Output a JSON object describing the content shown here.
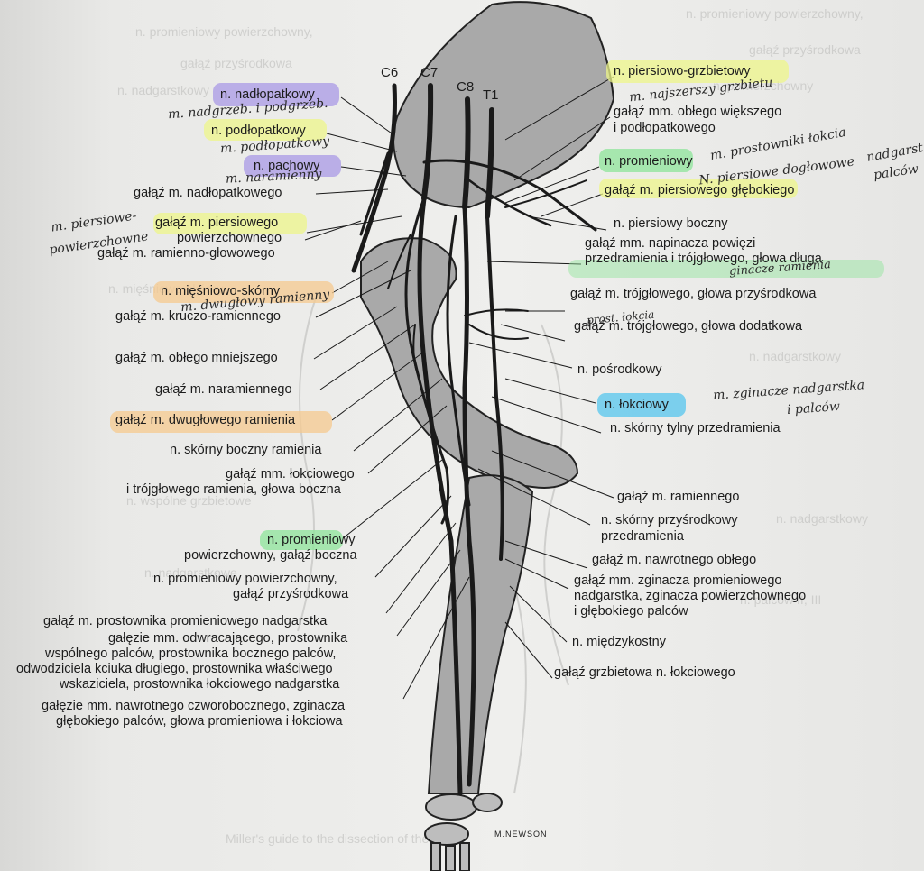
{
  "colors": {
    "purple": "#a99ae6",
    "yellow": "#eef58a",
    "green": "#8ee49a",
    "orange": "#f5c98f",
    "blue": "#56c6ee",
    "nerve": "#1a1a1a",
    "bone": "#a9a9a9"
  },
  "roots": [
    "C6",
    "C7",
    "C8",
    "T1"
  ],
  "left_labels": [
    "n. nadłopatkowy",
    "n. podłopatkowy",
    "n. pachowy",
    "gałąź m. nadłopatkowego",
    "gałąź m. piersiowego",
    "powierzchownego",
    "gałąź m. ramienno-głowowego",
    "n. mięśniowo-skórny",
    "gałąź m. kruczo-ramiennego",
    "gałąź m. obłego mniejszego",
    "gałąź m. naramiennego",
    "gałąź m. dwugłowego ramienia",
    "n. skórny boczny ramienia",
    "gałąź mm. łokciowego",
    "i trójgłowego ramienia, głowa boczna",
    "n. promieniowy",
    "powierzchowny, gałąź boczna",
    "n. promieniowy powierzchowny,",
    "gałąź przyśrodkowa",
    "gałąź m. prostownika promieniowego nadgarstka",
    "gałęzie mm. odwracającego, prostownika",
    "wspólnego palców, prostownika bocznego palców,",
    "odwodziciela kciuka długiego, prostownika właściwego",
    "wskaziciela, prostownika łokciowego nadgarstka",
    "gałęzie mm. nawrotnego czworobocznego, zginacza",
    "głębokiego palców, głowa promieniowa i łokciowa"
  ],
  "right_labels": [
    "n. piersiowo-grzbietowy",
    "gałąź mm. obłego większego",
    "i podłopatkowego",
    "n. promieniowy",
    "gałąź m. piersiowego głębokiego",
    "n. piersiowy boczny",
    "gałąź mm. napinacza powięzi",
    "przedramienia i trójgłowego, głowa długa",
    "gałąź m. trójgłowego, głowa przyśrodkowa",
    "gałąź m. trójgłowego, głowa dodatkowa",
    "n. pośrodkowy",
    "n. łokciowy",
    "n. skórny tylny przedramienia",
    "gałąź m. ramiennego",
    "n. skórny przyśrodkowy",
    "przedramienia",
    "gałąź m. nawrotnego obłego",
    "gałąź mm. zginacza promieniowego",
    "nadgarstka, zginacza powierzchownego",
    "i głębokiego palców",
    "n. międzykostny",
    "gałąź grzbietowa n. łokciowego"
  ],
  "handwriting": [
    "m. nadgrzeb. i podgrzeb.",
    "m. podłopatkowy",
    "m. naramienny",
    "m. piersiowe-",
    "powierzchowne",
    "m. dwugłowy ramienny",
    "m. najszerszy grzbietu",
    "m. prostowniki łokcia",
    "nadgarstka",
    "N. piersiowe dogłowowe",
    "palców",
    "m. zginacze nadgarstka",
    "i palców",
    "prost. łokcia",
    "ginacze ramienia"
  ],
  "signature": "M.NEWSON"
}
